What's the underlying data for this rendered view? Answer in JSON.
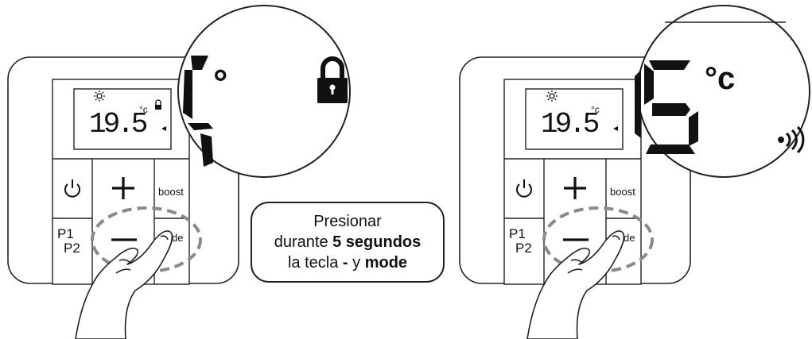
{
  "lcd": {
    "temperature": "19.5",
    "unit": "°c"
  },
  "buttons": {
    "boost": "boost",
    "mode": "mode",
    "p1": "P1",
    "p2": "P2"
  },
  "zoom": {
    "left_unit": "°",
    "right_unit": "°c",
    "right_digit": "5"
  },
  "callout": {
    "line1": "Presionar",
    "line2_pre": "durante ",
    "line2_bold": "5 segundos",
    "line3_pre": "la tecla ",
    "line3_bold_minus": "-",
    "line3_mid": " y ",
    "line3_bold_mode": "mode"
  },
  "icons": [
    "power-icon",
    "plus-icon",
    "minus-icon",
    "sun-icon",
    "lock-icon",
    "signal-icon",
    "hand-icon"
  ],
  "colors": {
    "line": "#222222",
    "dash": "#8a8a8a"
  }
}
